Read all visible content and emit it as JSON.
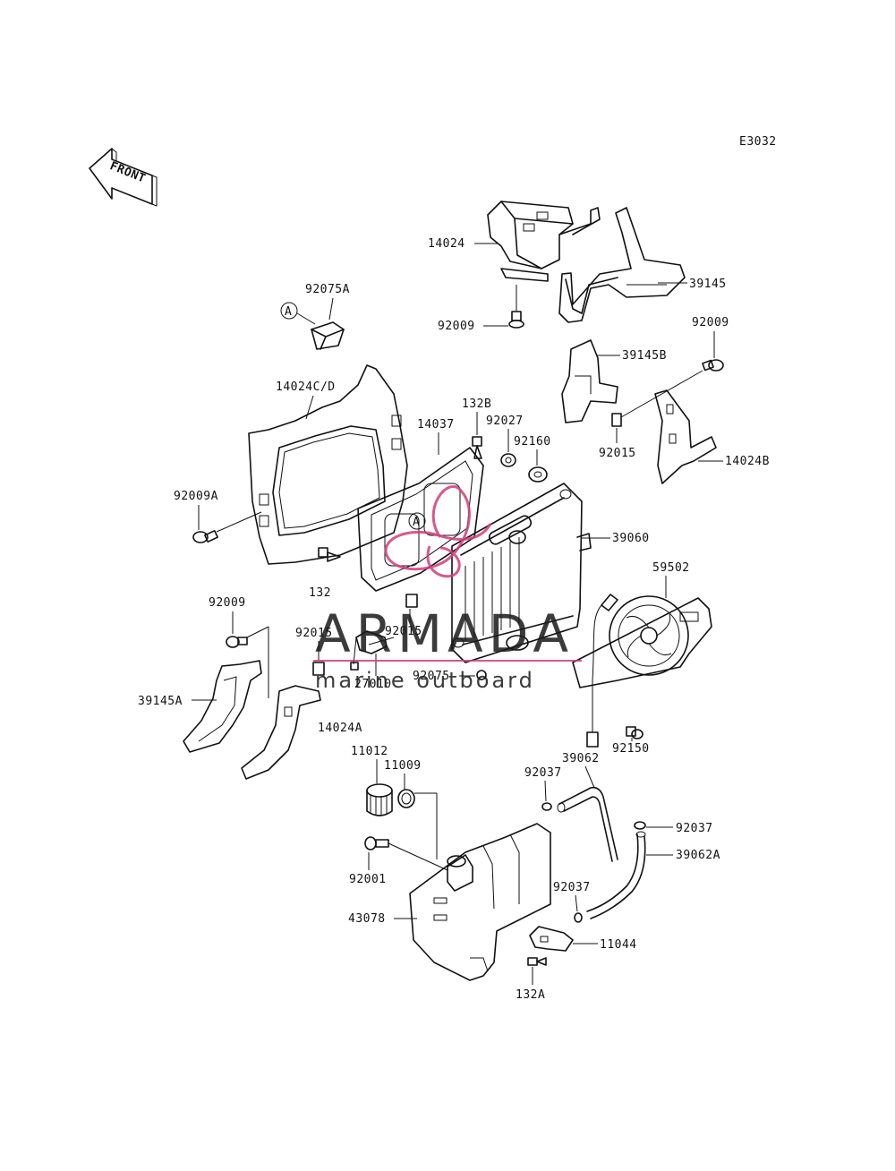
{
  "diagram_code": "E3032",
  "front_label": "FRONT",
  "callout_letter": "A",
  "watermark": {
    "brand": "ARMADA",
    "tagline": "marine outboard",
    "accent_color": "#d33c7a"
  },
  "part_numbers": {
    "p14024": "14024",
    "p39145": "39145",
    "p92009_top": "92009",
    "p92075A": "92075A",
    "p39145B": "39145B",
    "p92009_right": "92009",
    "p14024CD": "14024C/D",
    "p132B": "132B",
    "p92027": "92027",
    "p14037": "14037",
    "p92160": "92160",
    "p92015_right": "92015",
    "p14024B": "14024B",
    "p92009A": "92009A",
    "p39060": "39060",
    "p59502": "59502",
    "p132": "132",
    "p92009_left": "92009",
    "p92015_left": "92015",
    "p92015_mid": "92015",
    "p27010": "27010",
    "p92075": "92075",
    "p39145A": "39145A",
    "p14024A": "14024A",
    "p92150": "92150",
    "p11012": "11012",
    "p11009": "11009",
    "p39062": "39062",
    "p92037_a": "92037",
    "p92037_b": "92037",
    "p39062A": "39062A",
    "p92001": "92001",
    "p92037_c": "92037",
    "p43078": "43078",
    "p11044": "11044",
    "p132A": "132A"
  }
}
